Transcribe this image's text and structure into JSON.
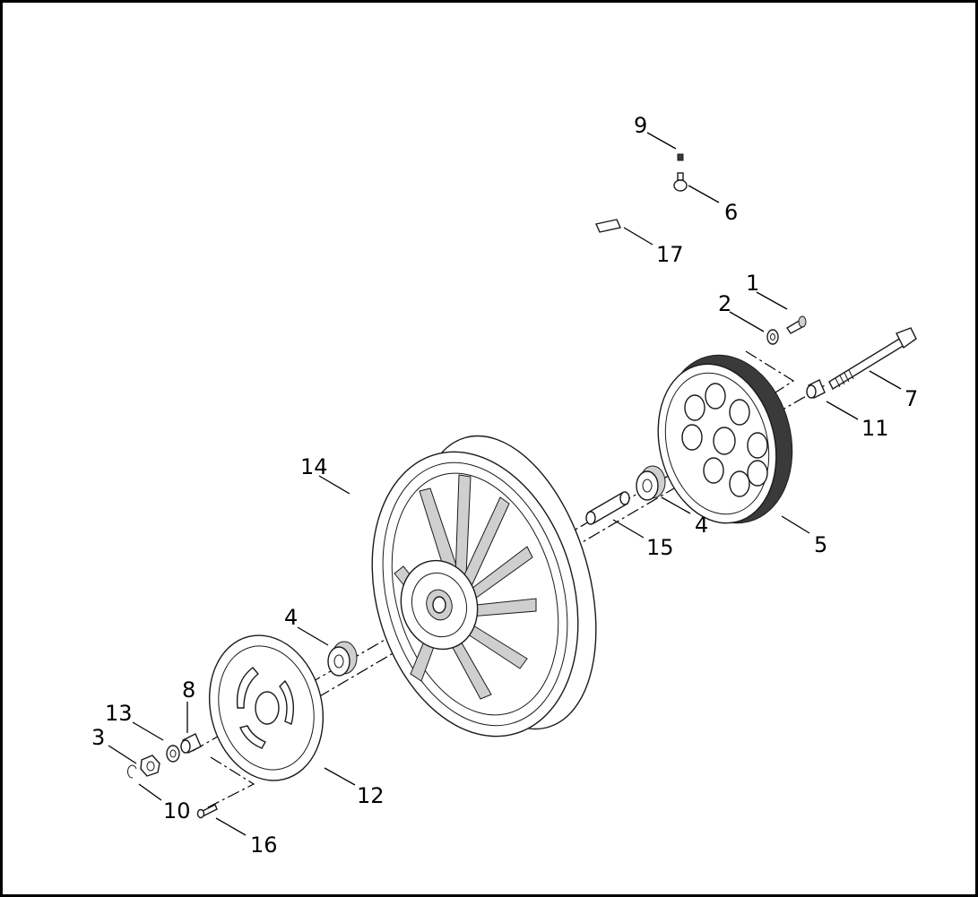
{
  "callouts": {
    "c1": "1",
    "c2": "2",
    "c3": "3",
    "c4a": "4",
    "c4b": "4",
    "c5": "5",
    "c6": "6",
    "c7": "7",
    "c8": "8",
    "c9": "9",
    "c10": "10",
    "c11": "11",
    "c12": "12",
    "c13": "13",
    "c14": "14",
    "c15": "15",
    "c16": "16",
    "c17": "17"
  },
  "colors": {
    "line": "#1a1a1a",
    "background": "#ffffff",
    "frame": "#000000"
  }
}
